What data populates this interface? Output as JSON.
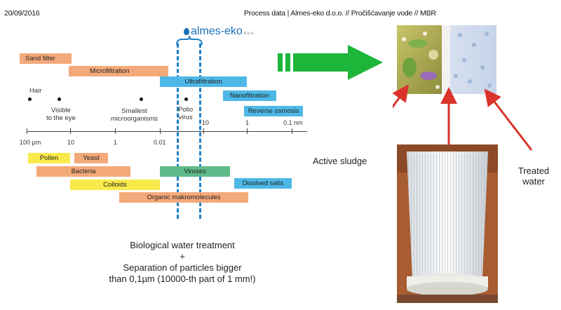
{
  "header": {
    "date": "20/09/2016",
    "title": "Process data | Almes-eko d.o.o. // Pročišćavanje vode // MBR"
  },
  "logo": {
    "text": "almes-eko",
    "suffix": "d.o.o."
  },
  "top_bars": [
    {
      "label": "Sand filter",
      "color": "#f4a97a"
    },
    {
      "label": "Microfiltration",
      "color": "#f4a97a"
    },
    {
      "label": "Ultrafiltration",
      "color": "#4db8e6"
    },
    {
      "label": "Nanofiltration",
      "color": "#4db8e6"
    },
    {
      "label": "Reverse osmosis",
      "color": "#4db8e6"
    }
  ],
  "markers": [
    {
      "label": "Hair"
    },
    {
      "label": "Visible\nto the eye"
    },
    {
      "label": "Smallest\nmicroorganisms"
    },
    {
      "label": "Polio\nvirus"
    }
  ],
  "axis_ticks": [
    "100 µm",
    "10",
    "1",
    "0.01",
    "10",
    "1",
    "0.1 nm"
  ],
  "bottom_bars": [
    {
      "label": "Pollen",
      "color": "#f9ea4c"
    },
    {
      "label": "Yeast",
      "color": "#f4a97a"
    },
    {
      "label": "Bacteria",
      "color": "#f4a97a"
    },
    {
      "label": "Viruses",
      "color": "#5fbb8a"
    },
    {
      "label": "Colloids",
      "color": "#f9ea4c"
    },
    {
      "label": "Disolved salts",
      "color": "#4db8e6"
    },
    {
      "label": "Organic makromolecules",
      "color": "#f4a97a"
    }
  ],
  "caption": {
    "line1": "Biological water treatment",
    "line2": "+",
    "line3": "Separation of particles bigger",
    "line4": "than 0,1µm (10000-th part of 1 mm!)"
  },
  "right": {
    "active_sludge": "Active sludge",
    "treated_water_1": "Treated",
    "treated_water_2": "water"
  },
  "colors": {
    "accent_green": "#1db53a",
    "arrow_red": "#d9332b",
    "dash_blue": "#1f7fc6"
  }
}
